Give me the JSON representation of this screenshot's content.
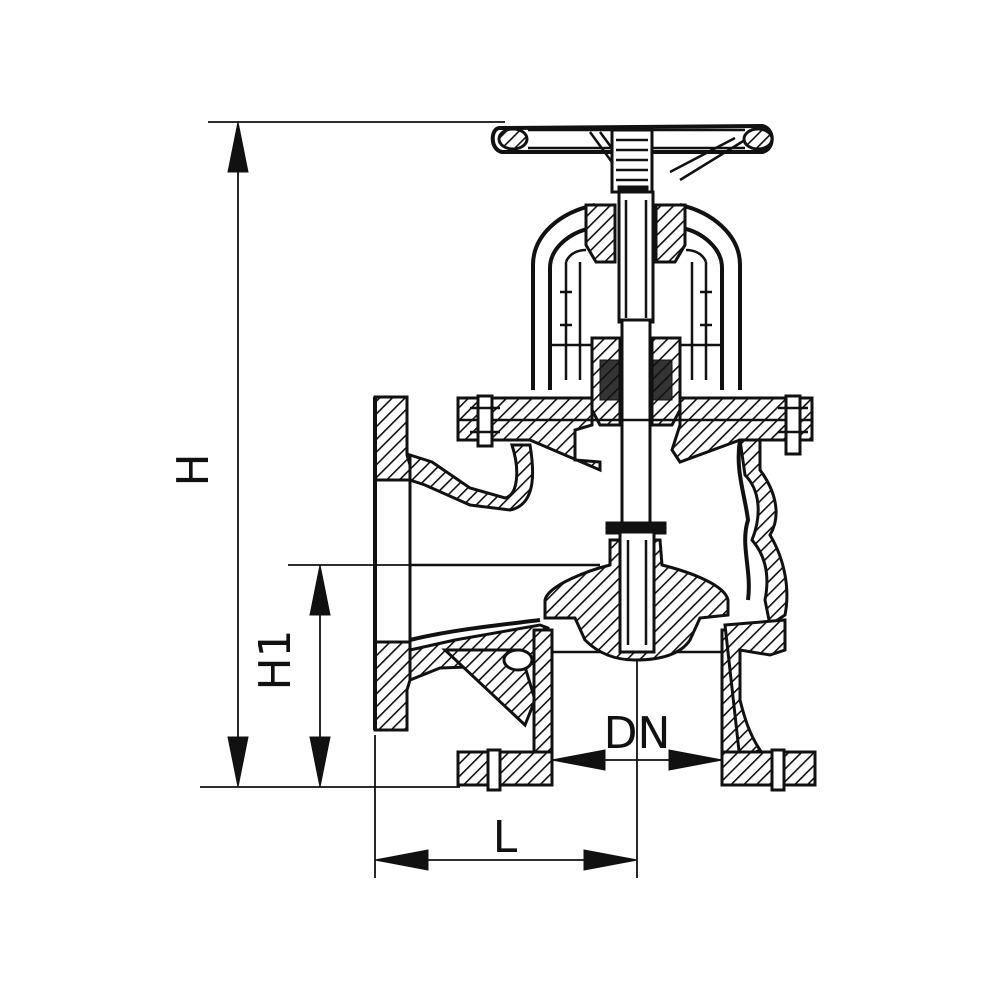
{
  "drawing": {
    "dimensions": {
      "overall_height": "H",
      "inlet_height": "H1",
      "nominal_diameter": "DN",
      "length": "L"
    }
  }
}
